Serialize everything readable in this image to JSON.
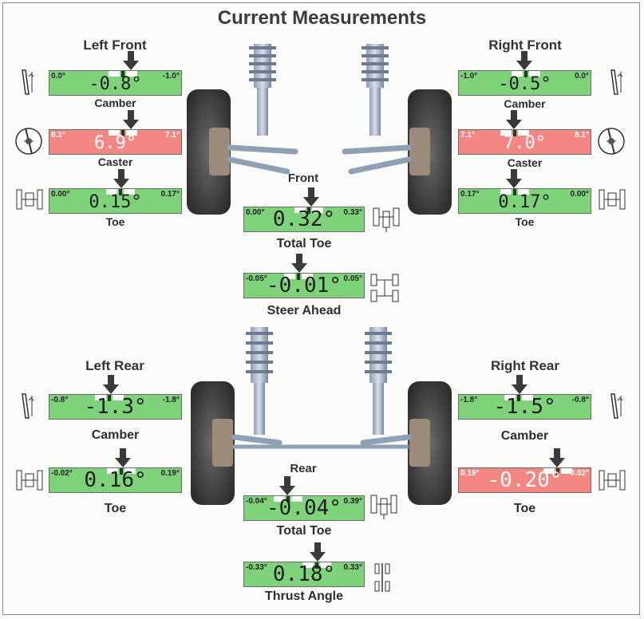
{
  "title": "Current Measurements",
  "headers": {
    "left_front": "Left Front",
    "right_front": "Right Front",
    "front": "Front",
    "left_rear": "Left Rear",
    "right_rear": "Right Rear",
    "rear": "Rear"
  },
  "colors": {
    "in_spec": "#7ed27a",
    "out_of_spec": "#f48784"
  },
  "gauges": {
    "lf_camber": {
      "left": "0.0°",
      "right": "-1.0°",
      "value": "-0.8°",
      "label": "Camber",
      "status": "in_spec",
      "icon": "camber-icon"
    },
    "lf_caster": {
      "left": "8.1°",
      "right": "7.1°",
      "value": "6.9°",
      "label": "Caster",
      "status": "out_of_spec",
      "icon": "caster-icon"
    },
    "lf_toe": {
      "left": "0.00°",
      "right": "0.17°",
      "value": "0.15°",
      "label": "Toe",
      "status": "in_spec",
      "icon": "toe-icon"
    },
    "rf_camber": {
      "left": "-1.0°",
      "right": "0.0°",
      "value": "-0.5°",
      "label": "Camber",
      "status": "in_spec",
      "icon": "camber-icon"
    },
    "rf_caster": {
      "left": "7.1°",
      "right": "8.1°",
      "value": "7.0°",
      "label": "Caster",
      "status": "out_of_spec",
      "icon": "caster-icon"
    },
    "rf_toe": {
      "left": "0.17°",
      "right": "0.00°",
      "value": "0.17°",
      "label": "Toe",
      "status": "in_spec",
      "icon": "toe-icon"
    },
    "front_total_toe": {
      "left": "0.00°",
      "right": "0.33°",
      "value": "0.32°",
      "label": "Total Toe",
      "status": "in_spec",
      "icon": "total-toe-icon"
    },
    "steer_ahead": {
      "left": "-0.05°",
      "right": "0.05°",
      "value": "-0.01°",
      "label": "Steer Ahead",
      "status": "in_spec",
      "icon": "steer-ahead-icon"
    },
    "lr_camber": {
      "left": "-0.8°",
      "right": "-1.8°",
      "value": "-1.3°",
      "label": "Camber",
      "status": "in_spec",
      "icon": "camber-icon"
    },
    "lr_toe": {
      "left": "-0.02°",
      "right": "0.19°",
      "value": "0.16°",
      "label": "Toe",
      "status": "in_spec",
      "icon": "toe-icon"
    },
    "rr_camber": {
      "left": "-1.8°",
      "right": "-0.8°",
      "value": "-1.5°",
      "label": "Camber",
      "status": "in_spec",
      "icon": "camber-icon"
    },
    "rr_toe": {
      "left": "0.19°",
      "right": "-0.02°",
      "value": "-0.20°",
      "label": "Toe",
      "status": "out_of_spec",
      "icon": "toe-icon"
    },
    "rear_total_toe": {
      "left": "-0.04°",
      "right": "0.39°",
      "value": "-0.04°",
      "label": "Total Toe",
      "status": "in_spec",
      "icon": "total-toe-icon"
    },
    "thrust_angle": {
      "left": "-0.33°",
      "right": "0.33°",
      "value": "0.18°",
      "label": "Thrust Angle",
      "status": "in_spec",
      "icon": "thrust-angle-icon"
    }
  }
}
